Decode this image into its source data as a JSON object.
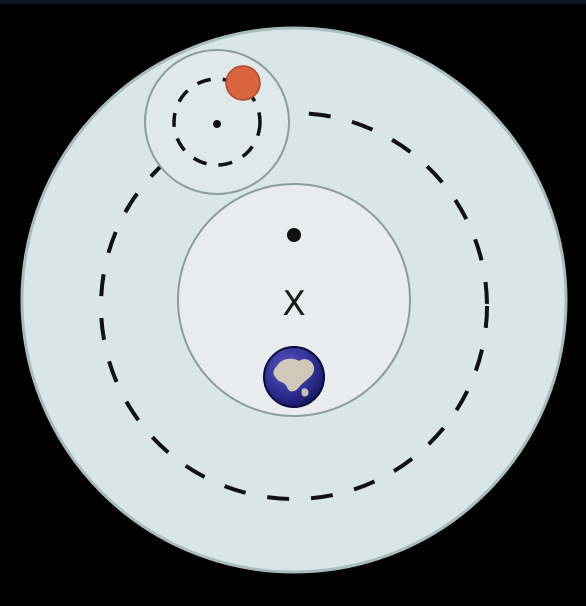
{
  "diagram": {
    "center_marker": "X",
    "colors": {
      "background": "#000000",
      "outer_fill": "#d9e6e6",
      "outer_stroke": "#a8bcbc",
      "inner_fill": "#e8ecec",
      "inner_stroke": "#8a9c9c",
      "small_circle_fill": "#dfe9e9",
      "small_circle_stroke": "#8a9c9c",
      "orbit_dash": "#111111",
      "red_body": "#d9653f",
      "earth_ocean": "#2a2a8a",
      "earth_land": "#d8d0b8"
    },
    "icons": [
      "x-marker",
      "earth-icon",
      "moon-body",
      "small-dot",
      "center-dot"
    ]
  }
}
